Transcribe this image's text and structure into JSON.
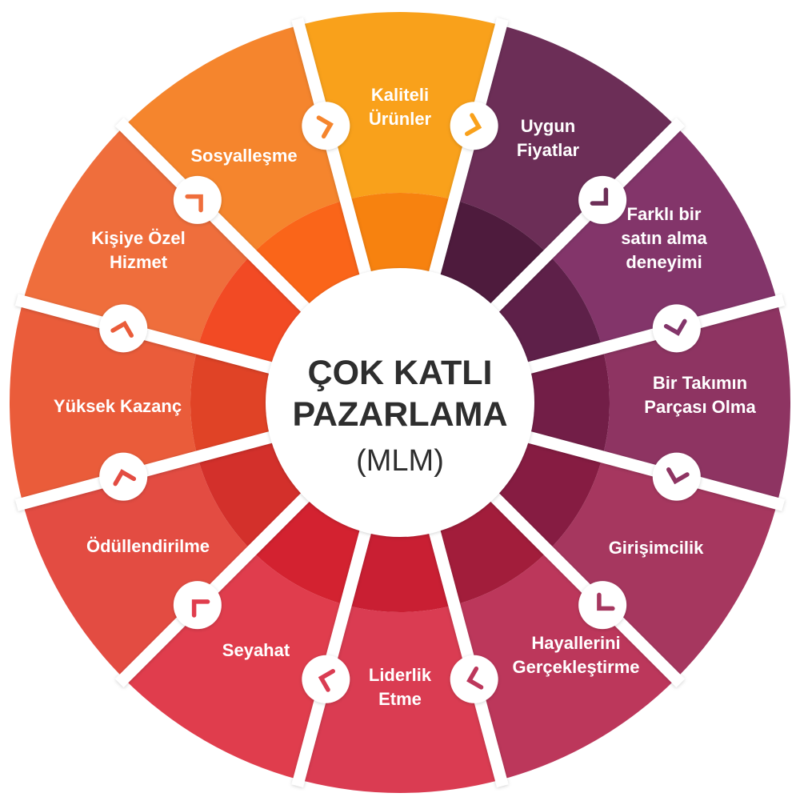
{
  "center": {
    "line1": "ÇOK KATLI",
    "line2": "PAZARLAMA",
    "line3": "(MLM)"
  },
  "segments": [
    {
      "lines": [
        "Kaliteli",
        "Ürünler"
      ],
      "color": "#F9A11B",
      "inner": "#F7820F"
    },
    {
      "lines": [
        "Uygun",
        "Fiyatlar"
      ],
      "color": "#6C2E57",
      "inner": "#4E1B3D"
    },
    {
      "lines": [
        "Farklı bir",
        "satın alma",
        "deneyimi"
      ],
      "color": "#83356A",
      "inner": "#5E2049"
    },
    {
      "lines": [
        "Bir Takımın",
        "Parçası Olma"
      ],
      "color": "#8E3462",
      "inner": "#721E47"
    },
    {
      "lines": [
        "Girişimcilik"
      ],
      "color": "#A6375F",
      "inner": "#861C42"
    },
    {
      "lines": [
        "Hayallerini",
        "Gerçekleştirme"
      ],
      "color": "#BC375B",
      "inner": "#A21D3B"
    },
    {
      "lines": [
        "Liderlik",
        "Etme"
      ],
      "color": "#DA3C52",
      "inner": "#C91F33"
    },
    {
      "lines": [
        "Seyahat"
      ],
      "color": "#E03D4D",
      "inner": "#D32230"
    },
    {
      "lines": [
        "Ödüllendirilme"
      ],
      "color": "#E34C42",
      "inner": "#D3302B"
    },
    {
      "lines": [
        "Yüksek Kazanç"
      ],
      "color": "#EA5C3A",
      "inner": "#E04326"
    },
    {
      "lines": [
        "Kişiye Özel",
        "Hizmet"
      ],
      "color": "#EF6E3C",
      "inner": "#F24A24"
    },
    {
      "lines": [
        "Sosyalleşme"
      ],
      "color": "#F5852D",
      "inner": "#FA6519"
    }
  ]
}
